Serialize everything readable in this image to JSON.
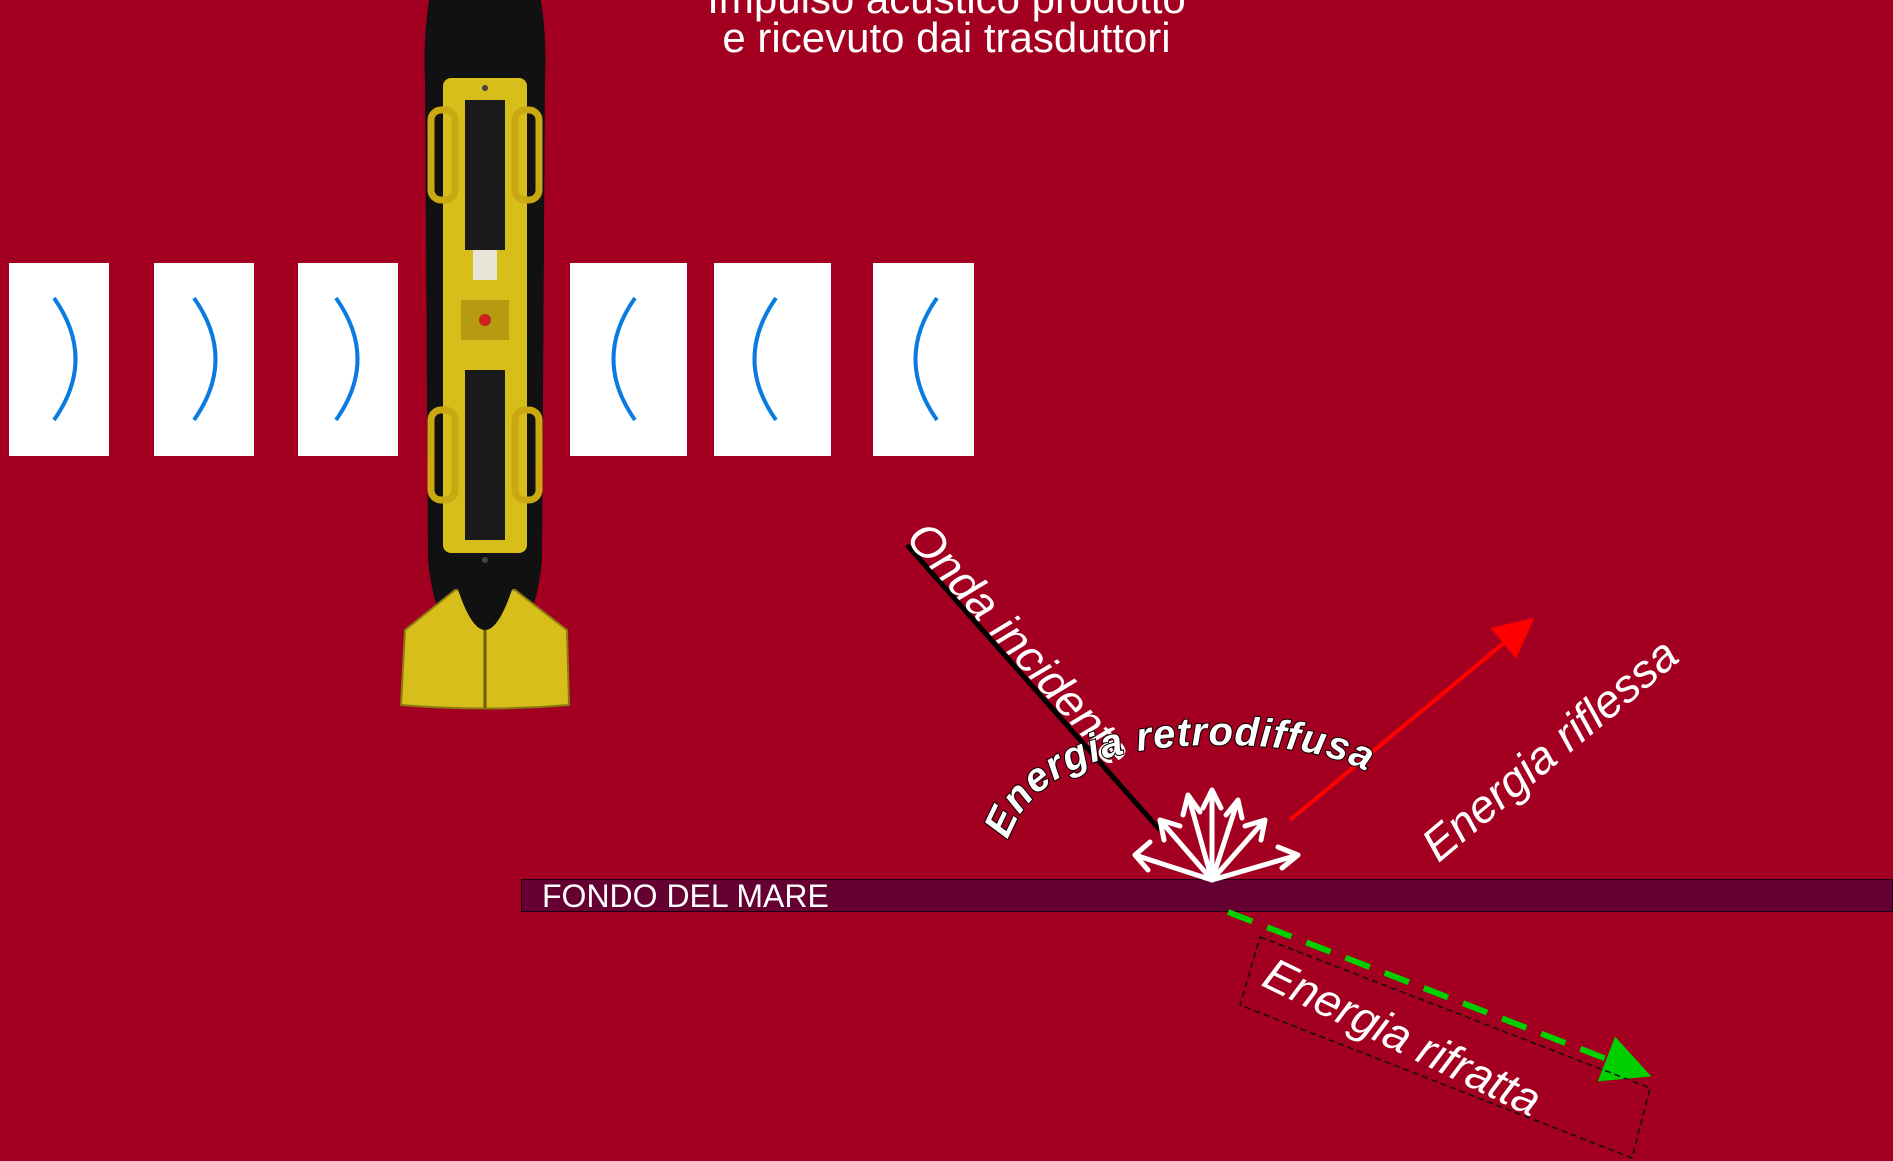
{
  "title": {
    "line1": "Impulso acustico prodotto",
    "line2": "e ricevuto dai trasduttori"
  },
  "labels": {
    "seafloor": "FONDO DEL MARE",
    "incident_wave": "Onda incidente",
    "backscattered_energy": "Energia retrodiffusa",
    "reflected_energy": "Energia riflessa",
    "refracted_energy": "Energia rifratta"
  },
  "waves": {
    "left_count": 3,
    "right_count": 3,
    "arc_color": "#0A7BE0"
  },
  "colors": {
    "background": "#A30021",
    "seafloor": "#650033",
    "incident": "#000000",
    "reflected": "#FF0000",
    "refracted": "#00D000",
    "backscatter": "#FFFFFF",
    "towfish_body": "#D8BE1A",
    "towfish_nose": "#111111"
  }
}
